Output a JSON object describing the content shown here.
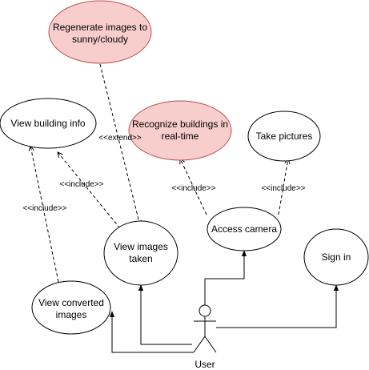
{
  "diagram": {
    "type": "use-case",
    "actor": {
      "label": "User"
    },
    "use_cases": {
      "regenerate": {
        "lines": [
          "Regenerate images to",
          "sunny/cloudy"
        ],
        "fill": "#f8cecc",
        "stroke": "#b85450"
      },
      "recognize": {
        "lines": [
          "Recognize buildings in",
          "real-time"
        ],
        "fill": "#f8cecc",
        "stroke": "#b85450"
      },
      "view_building_info": {
        "lines": [
          "View building info"
        ],
        "fill": "#ffffff",
        "stroke": "#000000"
      },
      "take_pictures": {
        "lines": [
          "Take pictures"
        ],
        "fill": "#ffffff",
        "stroke": "#000000"
      },
      "access_camera": {
        "lines": [
          "Access camera"
        ],
        "fill": "#ffffff",
        "stroke": "#000000"
      },
      "view_images_taken": {
        "lines": [
          "View images",
          "taken"
        ],
        "fill": "#ffffff",
        "stroke": "#000000"
      },
      "sign_in": {
        "lines": [
          "Sign in"
        ],
        "fill": "#ffffff",
        "stroke": "#000000"
      },
      "view_converted": {
        "lines": [
          "View converted",
          "images"
        ],
        "fill": "#ffffff",
        "stroke": "#000000"
      }
    },
    "relations": {
      "extend": "<<extend>>",
      "include_camera_recognize": "<<include>>",
      "include_camera_pictures": "<<include>>",
      "include_images_info": "<<include>>",
      "include_converted_info": "<<include>>"
    }
  }
}
